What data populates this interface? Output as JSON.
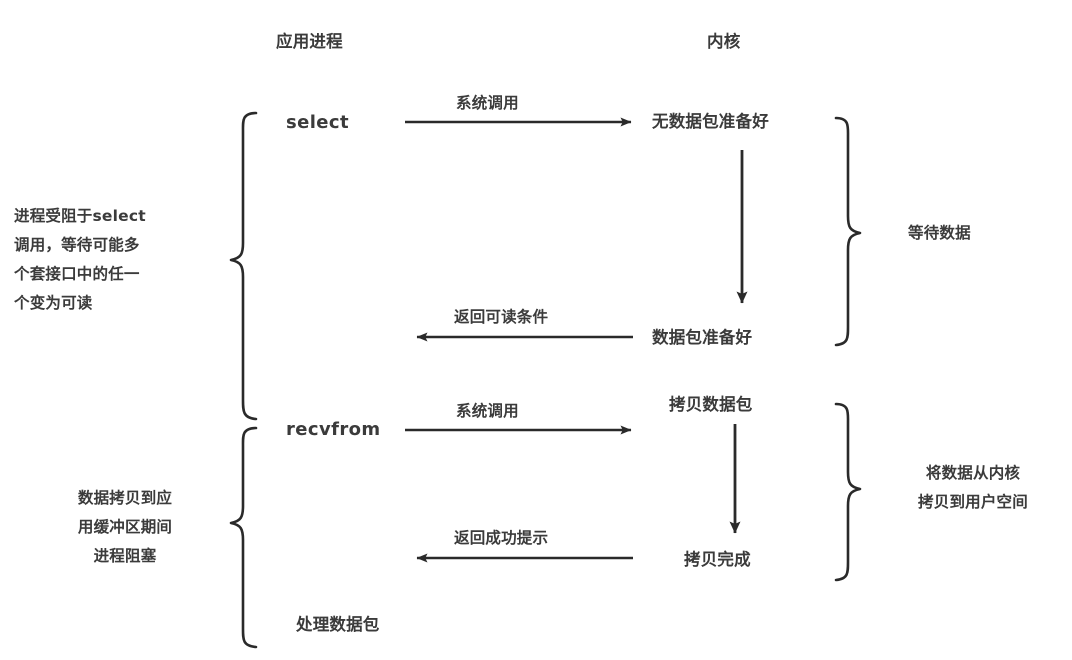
{
  "diagram": {
    "title_columns": [
      {
        "id": "app-process",
        "label": "应用进程"
      },
      {
        "id": "kernel",
        "label": "内核"
      }
    ],
    "calls": [
      {
        "id": "select",
        "label": "select"
      },
      {
        "id": "recvfrom",
        "label": "recvfrom"
      }
    ],
    "kernel_states": [
      {
        "id": "no-datagram-ready",
        "label": "无数据包准备好"
      },
      {
        "id": "datagram-ready",
        "label": "数据包准备好"
      },
      {
        "id": "copy-datagram",
        "label": "拷贝数据包"
      },
      {
        "id": "copy-complete",
        "label": "拷贝完成"
      }
    ],
    "arrow_labels": [
      {
        "id": "syscall-select",
        "label": "系统调用"
      },
      {
        "id": "return-readable-condition",
        "label": "返回可读条件"
      },
      {
        "id": "syscall-recvfrom",
        "label": "系统调用"
      },
      {
        "id": "return-success",
        "label": "返回成功提示"
      }
    ],
    "process_note": {
      "id": "process-datagram",
      "label": "处理数据包"
    },
    "left_notes": [
      {
        "id": "blocked-in-select",
        "lines": [
          "进程受阻于select",
          "调用，等待可能多",
          "个套接口中的任一",
          "个变为可读"
        ]
      },
      {
        "id": "blocked-during-copy",
        "lines": [
          "数据拷贝到应",
          "用缓冲区期间",
          "进程阻塞"
        ]
      }
    ],
    "right_notes": [
      {
        "id": "waiting-for-data",
        "lines": [
          "等待数据"
        ]
      },
      {
        "id": "copy-kernel-to-user",
        "lines": [
          "将数据从内核",
          "拷贝到用户空间"
        ]
      }
    ],
    "colors": {
      "ink": "#3b3b3b",
      "stroke": "#2a2a2a",
      "background": "#ffffff"
    }
  }
}
